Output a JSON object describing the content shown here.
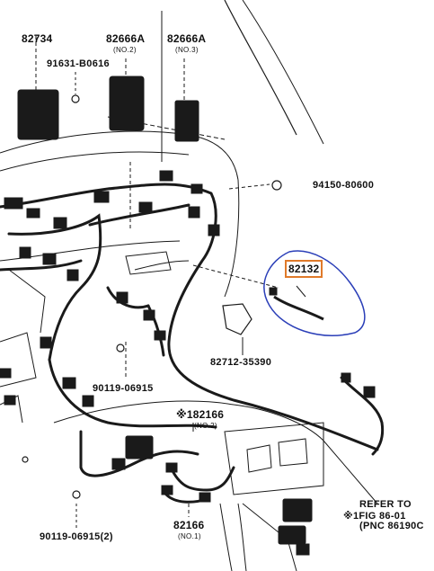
{
  "labels": {
    "p82734": "82734",
    "p82666a_2": "82666A",
    "p82666a_2_sub": "(NO.2)",
    "p82666a_3": "82666A",
    "p82666a_3_sub": "(NO.3)",
    "p91631": "91631-B0616",
    "p94150": "94150-80600",
    "p82132": "82132",
    "p82712": "82712-35390",
    "p90119_a": "90119-06915",
    "p82166_top": "※182166",
    "p82166_top_sub": "(NO.2)",
    "p82166_bot": "82166",
    "p82166_bot_sub": "(NO.1)",
    "p90119_b": "90119-06915(2)",
    "refer_1": "REFER TO",
    "refer_2": "※1FIG 86-01",
    "refer_3": "(PNC 86190C"
  },
  "colors": {
    "line": "#1a1a1a",
    "highlight_box": "#e07a2a",
    "annotation_circle": "#2b3fb8"
  }
}
